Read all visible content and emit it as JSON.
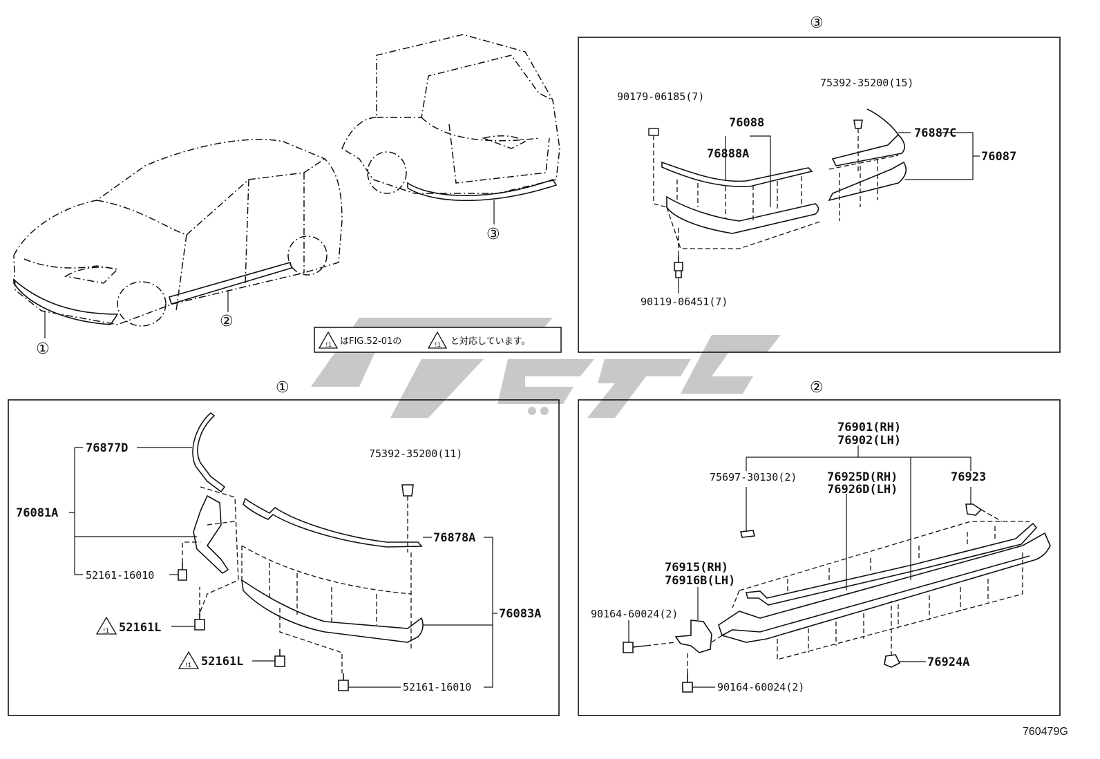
{
  "diagram_id": "760479G",
  "panel_refs": {
    "front": "①",
    "side": "②",
    "rear": "③"
  },
  "note": {
    "prefix": "はFIG.52-01の",
    "suffix": "と対応しています。",
    "mark": "!1"
  },
  "watermark_color": "#c8c8c8",
  "panel1": {
    "labels": {
      "p76877D": "76877D",
      "p76081A": "76081A",
      "p52161_16010_a": "52161-16010",
      "p52161L_a": "52161L",
      "p52161L_b": "52161L",
      "p75392_11": "75392-35200(11)",
      "p76878A": "76878A",
      "p76083A": "76083A",
      "p52161_16010_b": "52161-16010"
    }
  },
  "panel2": {
    "labels": {
      "p76901": "76901(RH)",
      "p76902": "76902(LH)",
      "p75697": "75697-30130(2)",
      "p76925D": "76925D(RH)",
      "p76926D": "76926D(LH)",
      "p76923": "76923",
      "p76915": "76915(RH)",
      "p76916B": "76916B(LH)",
      "p90164_a": "90164-60024(2)",
      "p90164_b": "90164-60024(2)",
      "p76924A": "76924A"
    }
  },
  "panel3": {
    "labels": {
      "p90179": "90179-06185(7)",
      "p75392_15": "75392-35200(15)",
      "p76088": "76088",
      "p76888A": "76888A",
      "p76887C": "76887C",
      "p76087": "76087",
      "p90119": "90119-06451(7)"
    }
  }
}
